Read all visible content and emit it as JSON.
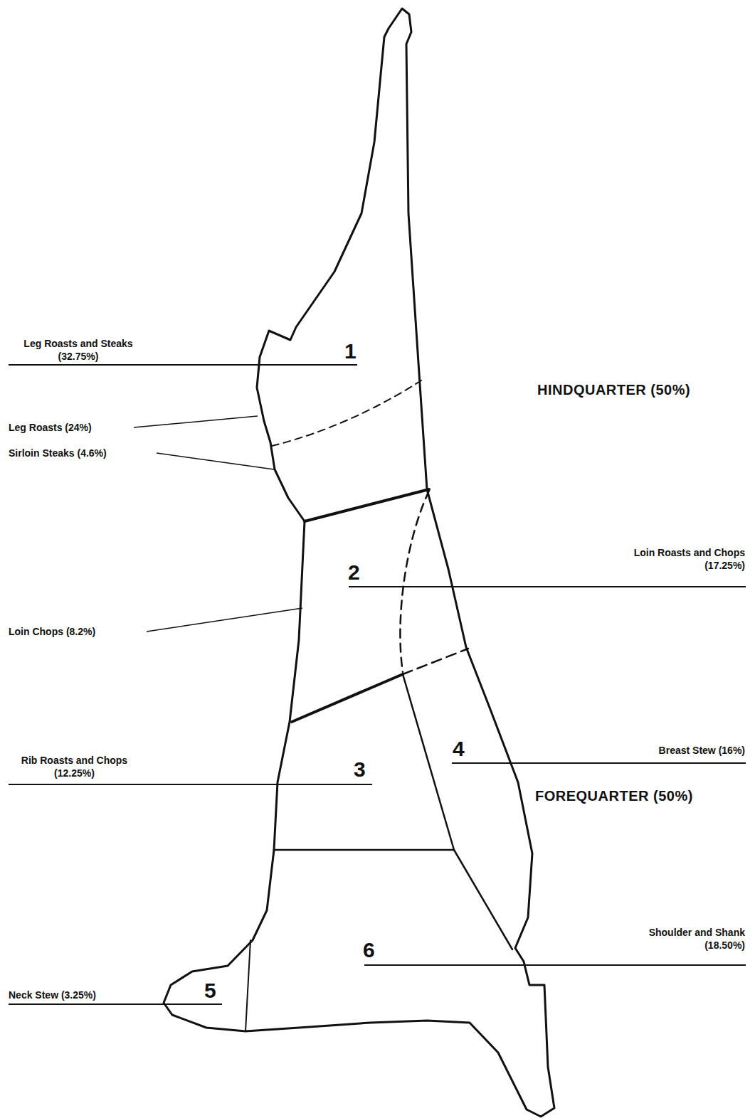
{
  "diagram": {
    "labels": [
      "Leg Roasts and Steaks (32.75%)",
      "1",
      "HINDQUARTER (50%)",
      "Leg Roasts (24%)",
      "Sirloin Steaks (4.6%)",
      "Loin Roasts and Chops (17.25%)",
      "2",
      "Loin Chops (8.2%)",
      "Rib Roasts and Chops (12.25%)",
      "3",
      "4",
      "Breast Stew (16%)",
      "FOREQUARTER (50%)",
      "Shoulder and Shank (18.50%)",
      "6",
      "Neck Stew (3.25%)",
      "5"
    ]
  }
}
